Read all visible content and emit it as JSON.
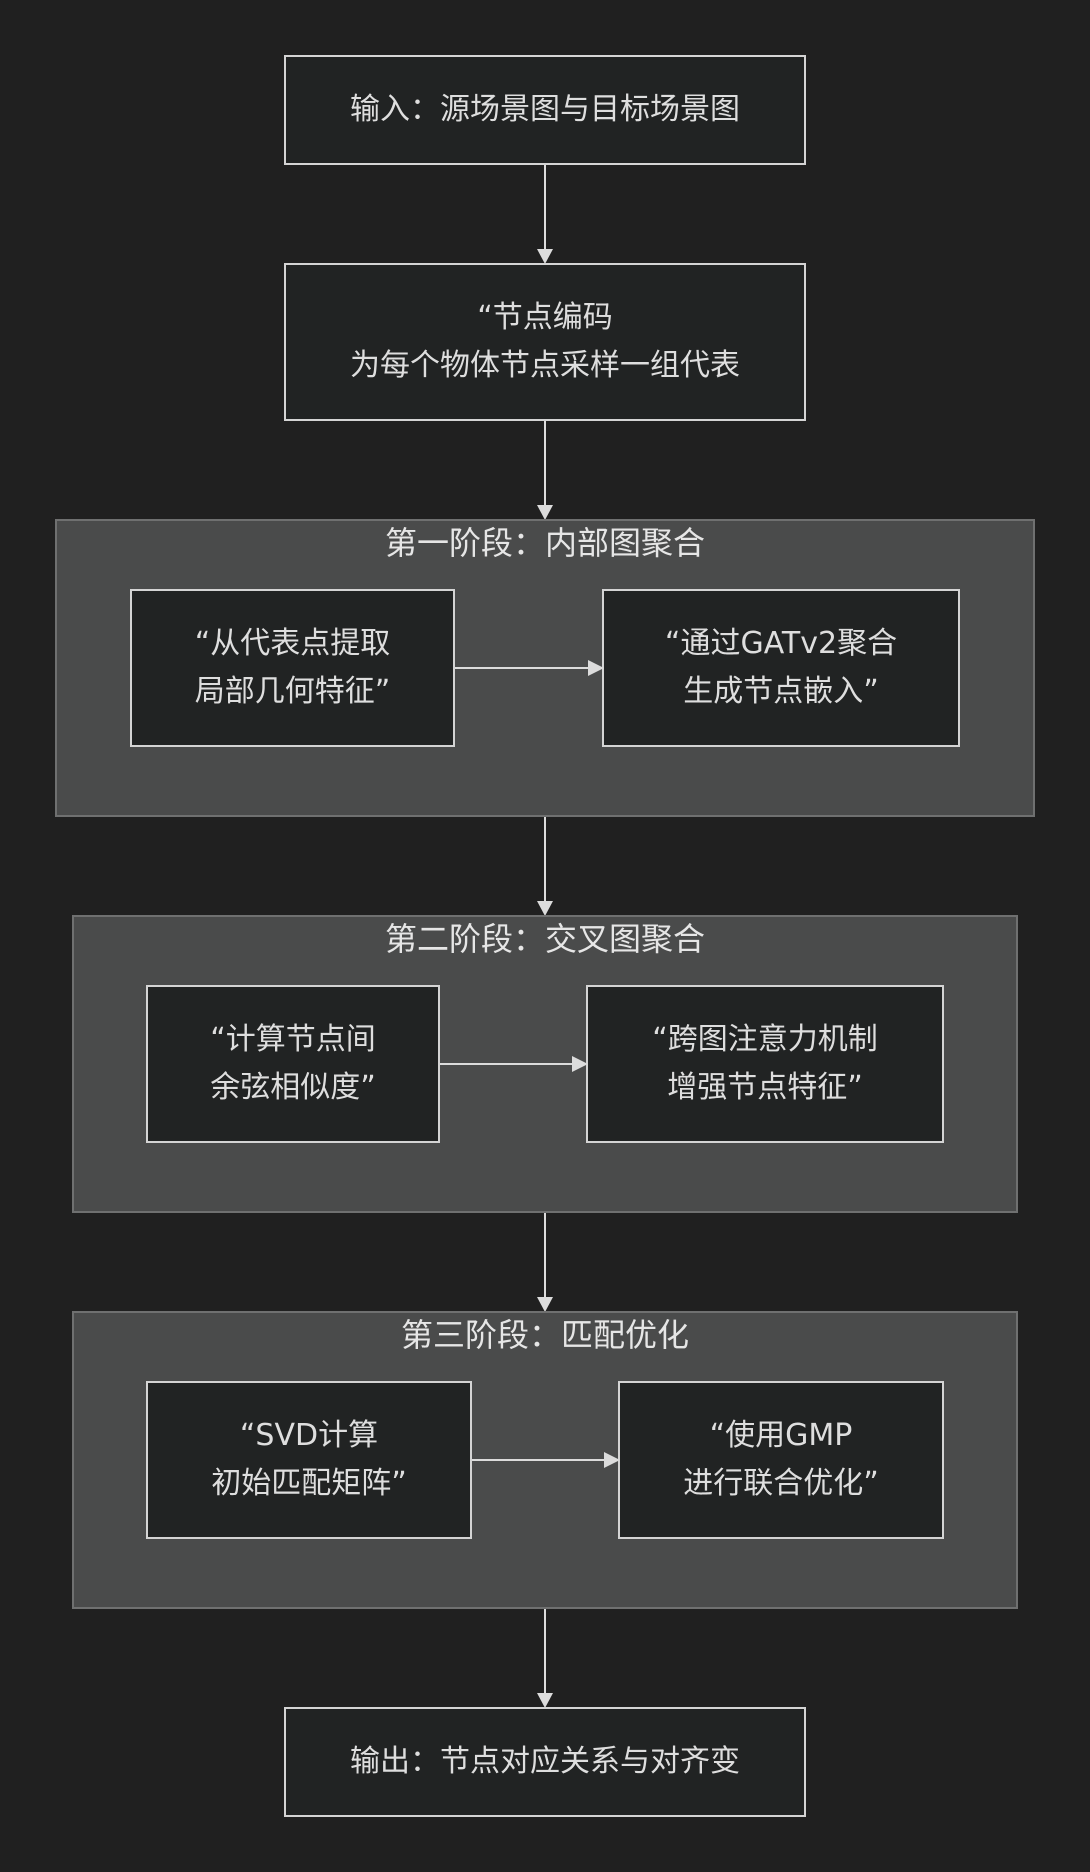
{
  "nodes": {
    "input": "输入：源场景图与目标场景图",
    "encode": "“节点编码\n为每个物体节点采样一组代表",
    "s1_extract": "“从代表点提取\n局部几何特征”",
    "s1_gat": "“通过GATv2聚合\n生成节点嵌入”",
    "s2_cosine": "“计算节点间\n余弦相似度”",
    "s2_attention": "“跨图注意力机制\n增强节点特征”",
    "s3_svd": "“SVD计算\n初始匹配矩阵”",
    "s3_gmp": "“使用GMP\n进行联合优化”",
    "output": "输出：节点对应关系与对齐变"
  },
  "clusters": {
    "stage1": "第一阶段：内部图聚合",
    "stage2": "第二阶段：交叉图聚合",
    "stage3": "第三阶段：匹配优化"
  },
  "colors": {
    "background": "#202020",
    "cluster_fill": "#4a4b4b",
    "cluster_border": "#6f7070",
    "node_fill": "#212323",
    "node_border": "#d4d4d4",
    "edge": "#dcdcdc",
    "text": "#dedede"
  }
}
